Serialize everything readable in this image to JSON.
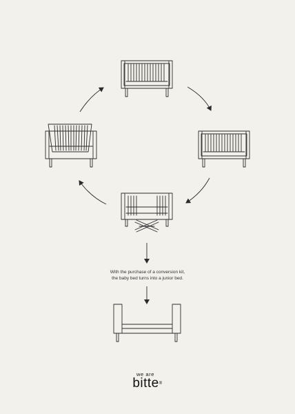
{
  "caption": {
    "line1": "With the purchase of a conversion kit,",
    "line2": "the baby bed turns into a junior bed."
  },
  "brand": {
    "tagline": "we are",
    "wordmark": "bitte",
    "registered": "®"
  },
  "colors": {
    "background": "#f3f1ec",
    "line": "#2b2b2b"
  }
}
